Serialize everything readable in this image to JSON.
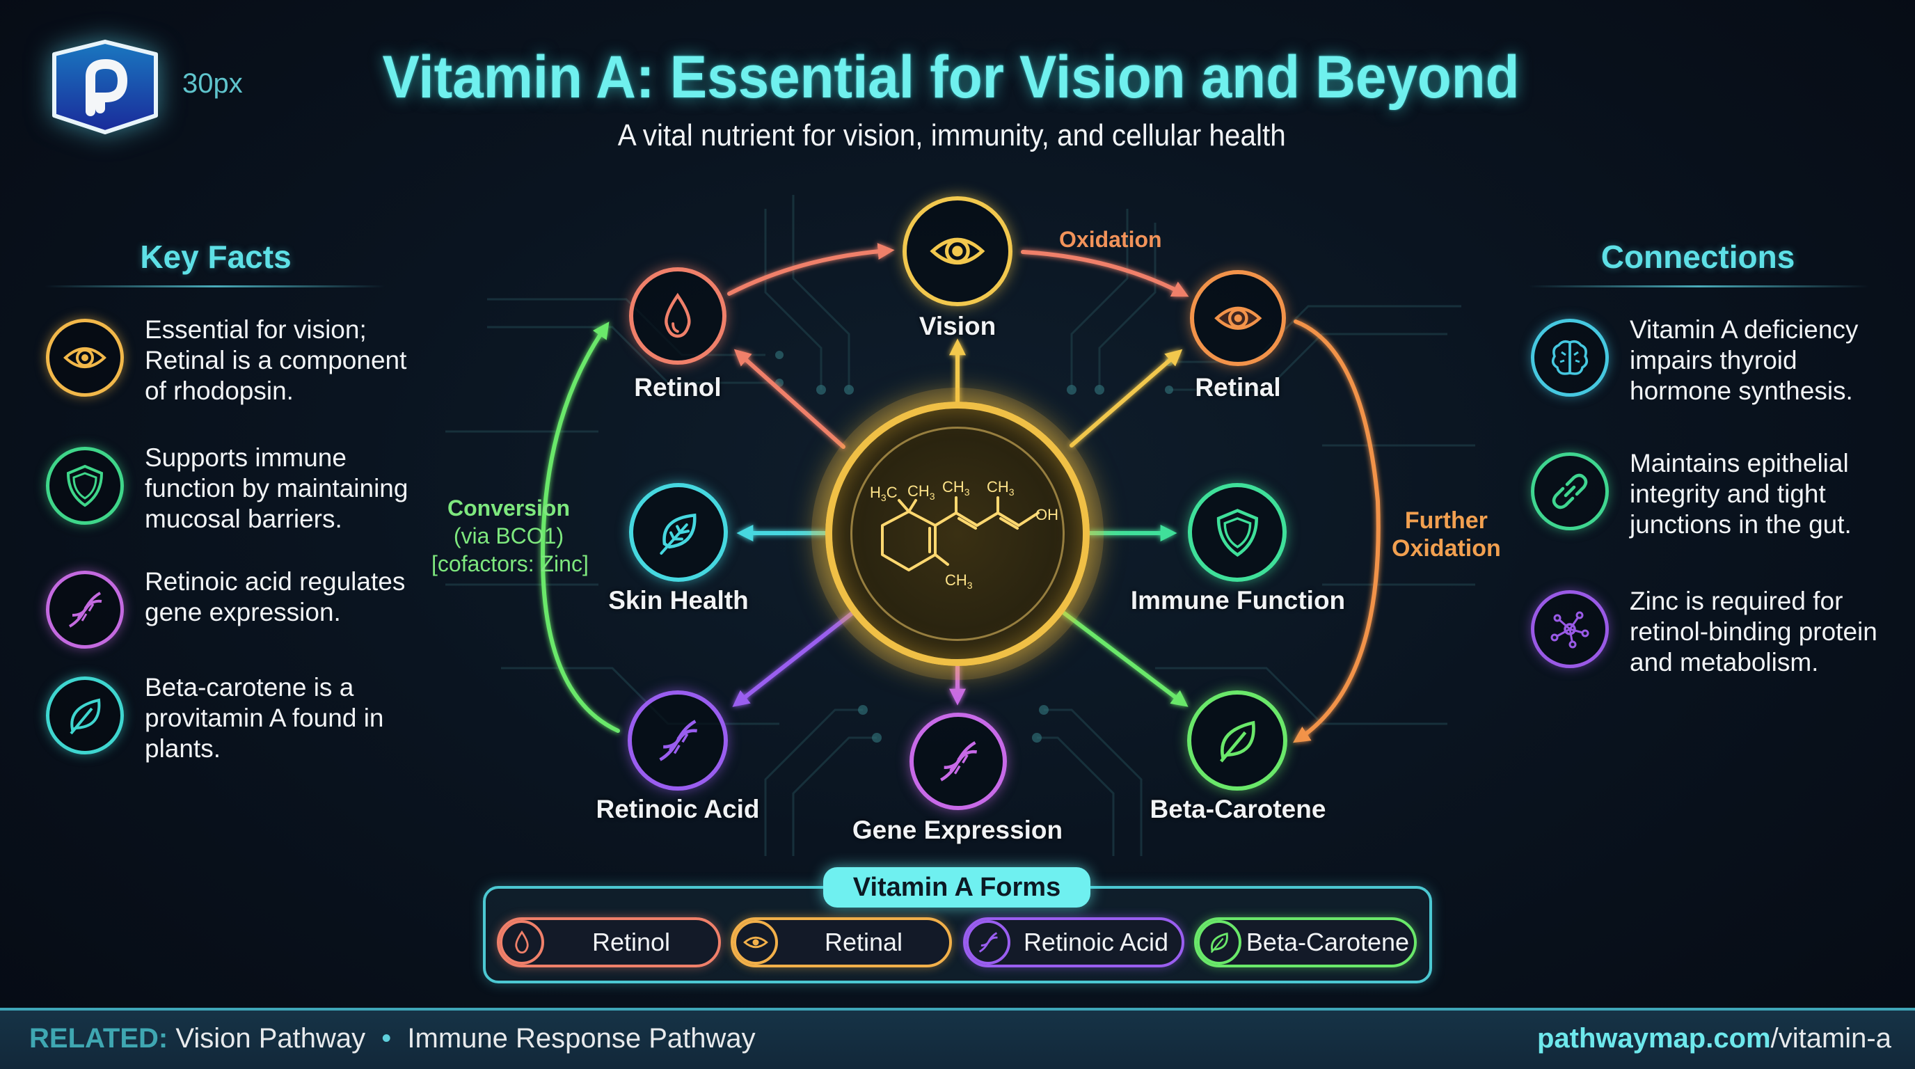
{
  "header": {
    "logo_icon": "pathwaymap-p-shield-icon",
    "logo_label": "30px",
    "title": "Vitamin A: Essential for Vision and Beyond",
    "subtitle": "A vital nutrient for vision, immunity, and cellular health"
  },
  "key_facts": {
    "heading": "Key Facts",
    "items": [
      {
        "icon": "eye-icon",
        "color": "#f2b84a",
        "lines": [
          "Essential for vision;",
          "Retinal is a component",
          "of rhodopsin."
        ]
      },
      {
        "icon": "shield-icon",
        "color": "#3fd68a",
        "lines": [
          "Supports immune",
          "function by maintaining",
          "mucosal barriers."
        ]
      },
      {
        "icon": "dna-icon",
        "color": "#c46ae0",
        "lines": [
          "Retinoic acid regulates",
          "gene expression."
        ]
      },
      {
        "icon": "leaf-icon",
        "color": "#3fd6d0",
        "lines": [
          "Beta-carotene is a",
          "provitamin A found in",
          "plants."
        ]
      }
    ]
  },
  "connections": {
    "heading": "Connections",
    "items": [
      {
        "icon": "brain-icon",
        "color": "#46c8e0",
        "lines": [
          "Vitamin A deficiency",
          "impairs thyroid",
          "hormone synthesis."
        ]
      },
      {
        "icon": "link-icon",
        "color": "#3fd690",
        "lines": [
          "Maintains epithelial",
          "integrity and tight",
          "junctions in the gut."
        ]
      },
      {
        "icon": "network-icon",
        "color": "#9a5ae6",
        "lines": [
          "Zinc is required for",
          "retinol-binding protein",
          "and metabolism."
        ]
      }
    ]
  },
  "diagram": {
    "center": {
      "name": "Retinol molecule",
      "formula_labels": [
        "H3C",
        "CH3",
        "CH3",
        "CH3",
        "OH",
        "CH3"
      ],
      "color": "#f0c046"
    },
    "nodes": [
      {
        "id": "retinol",
        "label": "Retinol",
        "icon": "droplet-icon",
        "color": "#f0806a"
      },
      {
        "id": "vision",
        "label": "Vision",
        "icon": "eye-icon",
        "color": "#f2c84e"
      },
      {
        "id": "retinal",
        "label": "Retinal",
        "icon": "eye-icon",
        "color": "#f2934a"
      },
      {
        "id": "skin_health",
        "label": "Skin Health",
        "icon": "leaf-icon",
        "color": "#46d8e0"
      },
      {
        "id": "immune_function",
        "label": "Immune Function",
        "icon": "shield-icon",
        "color": "#3fe09a"
      },
      {
        "id": "retinoic_acid",
        "label": "Retinoic Acid",
        "icon": "dna-icon",
        "color": "#9a5ef0"
      },
      {
        "id": "gene_expression",
        "label": "Gene Expression",
        "icon": "dna-icon",
        "color": "#c86ae8"
      },
      {
        "id": "beta_carotene",
        "label": "Beta-Carotene",
        "icon": "leaf-icon",
        "color": "#6ae86a"
      }
    ],
    "edge_labels": {
      "oxidation": "Oxidation",
      "further_oxidation": [
        "Further",
        "Oxidation"
      ],
      "conversion": "Conversion",
      "conversion_via": "(via BCO1)",
      "conversion_cofactors": "[cofactors: Zinc]"
    },
    "edges": [
      {
        "from": "retinol",
        "to": "vision",
        "color": "#f0806a"
      },
      {
        "from": "vision",
        "to": "retinal",
        "color": "#f0806a",
        "label": "Oxidation"
      },
      {
        "from": "retinal",
        "to": "beta_carotene",
        "color": "#f2934a",
        "label": "Further Oxidation"
      },
      {
        "from": "retinoic_acid",
        "to": "retinol",
        "color": "#6ae86a",
        "label": "Conversion (via BCO1) [cofactors: Zinc]"
      },
      {
        "from": "center",
        "to": "retinol",
        "color": "#f0806a"
      },
      {
        "from": "center",
        "to": "vision",
        "color": "#f2c84e"
      },
      {
        "from": "center",
        "to": "retinal",
        "color": "#f2c84e"
      },
      {
        "from": "center",
        "to": "skin_health",
        "color": "#46d8e0"
      },
      {
        "from": "center",
        "to": "immune_function",
        "color": "#3fe09a"
      },
      {
        "from": "center",
        "to": "retinoic_acid",
        "color": "#9a5ef0"
      },
      {
        "from": "center",
        "to": "gene_expression",
        "color": "#c86ae8"
      },
      {
        "from": "center",
        "to": "beta_carotene",
        "color": "#6ae86a"
      }
    ]
  },
  "forms": {
    "title": "Vitamin A Forms",
    "items": [
      {
        "label": "Retinol",
        "icon": "droplet-icon",
        "color": "#f0806a"
      },
      {
        "label": "Retinal",
        "icon": "eye-icon",
        "color": "#f2b04a"
      },
      {
        "label": "Retinoic Acid",
        "icon": "dna-icon",
        "color": "#9a5ef0"
      },
      {
        "label": "Beta-Carotene",
        "icon": "leaf-icon",
        "color": "#6ae86a"
      }
    ]
  },
  "footer": {
    "related_label": "RELATED:",
    "related_links": [
      "Vision Pathway",
      "Immune Response Pathway"
    ],
    "separator": "•",
    "site_domain": "pathwaymap.com",
    "site_path": "/vitamin-a"
  },
  "colors": {
    "background": "#0a1420",
    "title": "#6ff0ee",
    "accent_cyan": "#5ee0e6",
    "footer_bg": "#163346"
  }
}
